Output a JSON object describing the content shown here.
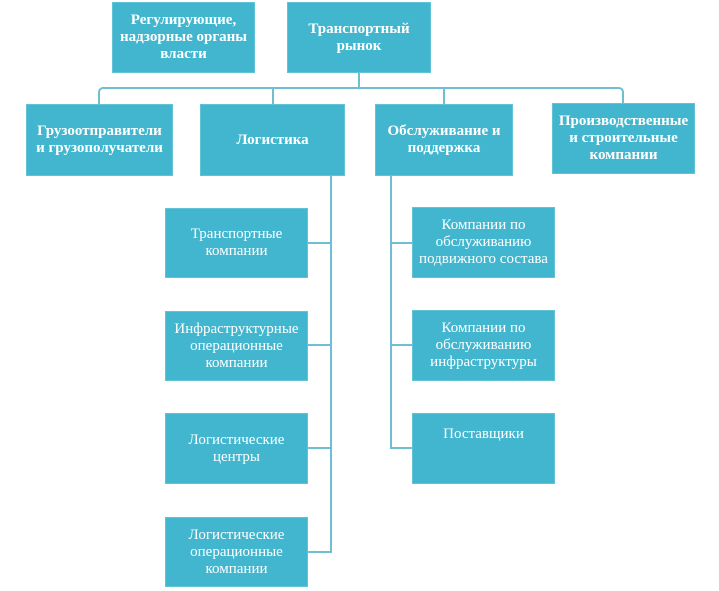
{
  "colors": {
    "box_fill": "#41b6ce",
    "box_text": "#ffffff",
    "connector": "#6fbed3"
  },
  "nodes": {
    "regulators": {
      "label": "Регулирующие,\nнадзорные органы\nвласти"
    },
    "market": {
      "label": "Транспортный\nрынок"
    },
    "shippers": {
      "label": "Грузоотправители\nи грузополучатели"
    },
    "logistics": {
      "label": "Логистика"
    },
    "service": {
      "label": "Обслуживание и\nподдержка"
    },
    "production": {
      "label": "Производственные\nи строительные\nкомпании"
    },
    "transport_companies": {
      "label": "Транспортные\nкомпании"
    },
    "infrastructure_operating": {
      "label": "Инфраструктурные\nоперационные\nкомпании"
    },
    "logistics_centers": {
      "label": "Логистические\nцентры"
    },
    "logistics_operating": {
      "label": "Логистические\nоперационные\nкомпании"
    },
    "rolling_stock_service": {
      "label": "Компании по\nобслуживанию\nподвижного состава"
    },
    "infrastructure_service": {
      "label": "Компании по\nобслуживанию\nинфраструктуры"
    },
    "suppliers": {
      "label": "Поставщики"
    }
  }
}
